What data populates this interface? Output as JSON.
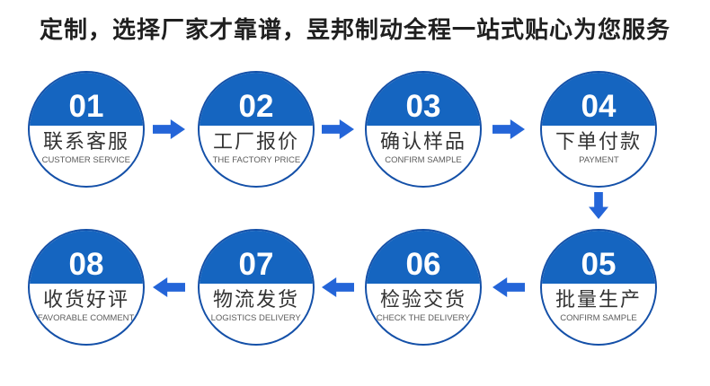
{
  "title": "定制，选择厂家才靠谱，昱邦制动全程一站式贴心为您服务",
  "colors": {
    "page_bg": "#ffffff",
    "title_text": "#1f1f1f",
    "circle_fill": "#1565c0",
    "circle_border": "#1450a8",
    "arrow_fill": "#2465d8",
    "number_text": "#ffffff",
    "label_cn": "#333333",
    "label_en": "#5c5c5c"
  },
  "steps": [
    {
      "number": "01",
      "label_cn": "联系客服",
      "label_en": "CUSTOMER SERVICE"
    },
    {
      "number": "02",
      "label_cn": "工厂报价",
      "label_en": "THE FACTORY PRICE"
    },
    {
      "number": "03",
      "label_cn": "确认样品",
      "label_en": "CONFIRM SAMPLE"
    },
    {
      "number": "04",
      "label_cn": "下单付款",
      "label_en": "PAYMENT"
    },
    {
      "number": "05",
      "label_cn": "批量生产",
      "label_en": "CONFIRM SAMPLE"
    },
    {
      "number": "06",
      "label_cn": "检验交货",
      "label_en": "CHECK THE DELIVERY"
    },
    {
      "number": "07",
      "label_cn": "物流发货",
      "label_en": "LOGISTICS DELIVERY"
    },
    {
      "number": "08",
      "label_cn": "收货好评",
      "label_en": "FAVORABLE COMMENT"
    }
  ]
}
